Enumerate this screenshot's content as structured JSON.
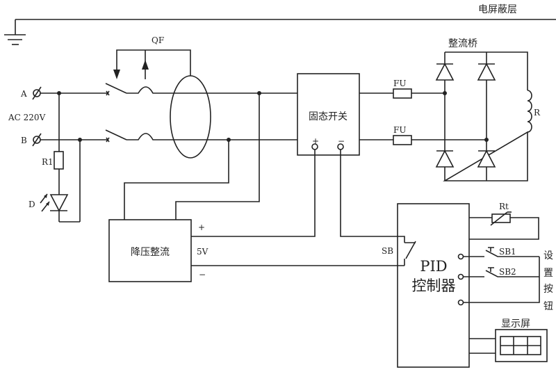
{
  "labels": {
    "shield_layer": "电屏蔽层",
    "terminal_a": "A",
    "terminal_b": "B",
    "supply": "AC 220V",
    "r1": "R1",
    "led": "D",
    "breaker": "QF",
    "ssr": "固态开关",
    "ssr_plus": "+",
    "ssr_minus": "−",
    "fuse1": "FU",
    "fuse2": "FU",
    "bridge": "整流桥",
    "load": "R",
    "buck": "降压整流",
    "plus": "+",
    "voltage": "5V",
    "minus": "−",
    "sb": "SB",
    "pid_line1": "PID",
    "pid_line2": "控制器",
    "rt": "Rt",
    "sb1": "SB1",
    "sb2": "SB2",
    "settings_buttons": [
      "设",
      "置",
      "按",
      "钮"
    ],
    "display": "显示屏"
  }
}
